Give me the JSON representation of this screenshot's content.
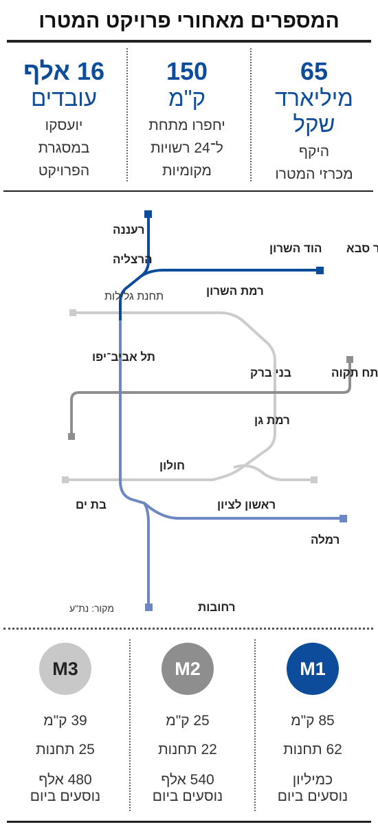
{
  "title": "המספרים מאחורי פרויקט המטרו",
  "stats": [
    {
      "big": "65",
      "unit_line1": "מיליארד",
      "unit_line2": "שקל",
      "desc_line1": "היקף",
      "desc_line2": "מכרזי המטרו",
      "desc_line3": ""
    },
    {
      "big": "150",
      "unit_line1": "ק\"מ",
      "unit_line2": "",
      "desc_line1": "יחפרו מתחת",
      "desc_line2": "ל־24 רשויות",
      "desc_line3": "מקומיות"
    },
    {
      "big": "16 אלף",
      "unit_line1": "עובדים",
      "unit_line2": "",
      "desc_line1": "יועסקו",
      "desc_line2": "במסגרת",
      "desc_line3": "הפרויקט"
    }
  ],
  "map": {
    "cities": {
      "raanana": "רעננה",
      "herzliya": "הרצליה",
      "hod_hasharon": "הוד השרון",
      "kfar_saba": "כפר סבא",
      "ramat_hasharon": "רמת השרון",
      "glilot": "תחנת גלילות",
      "tel_aviv": "תל אביב־יפו",
      "bnei_brak": "בני ברק",
      "petah_tikva": "פתח תקוה",
      "ramat_gan": "רמת גן",
      "holon": "חולון",
      "bat_yam": "בת ים",
      "rishon": "ראשון לציון",
      "ramla": "רמלה",
      "rehovot": "רחובות"
    },
    "source": "מקור: נת\"ע"
  },
  "lines": [
    {
      "name": "M1",
      "km": "85 ק\"מ",
      "stations": "62 תחנות",
      "pax_line1": "כמיליון",
      "pax_line2": "נוסעים ביום",
      "color": "#0d4c9a"
    },
    {
      "name": "M2",
      "km": "25 ק\"מ",
      "stations": "22 תחנות",
      "pax_line1": "540 אלף",
      "pax_line2": "נוסעים ביום",
      "color": "#8e8e8e"
    },
    {
      "name": "M3",
      "km": "39 ק\"מ",
      "stations": "25 תחנות",
      "pax_line1": "480 אלף",
      "pax_line2": "נוסעים ביום",
      "color": "#c8c8c8"
    }
  ],
  "colors": {
    "m1_dark": "#0d4c9a",
    "m1_light": "#6d86c4",
    "m2": "#8e8e8e",
    "m3": "#cccccc"
  }
}
